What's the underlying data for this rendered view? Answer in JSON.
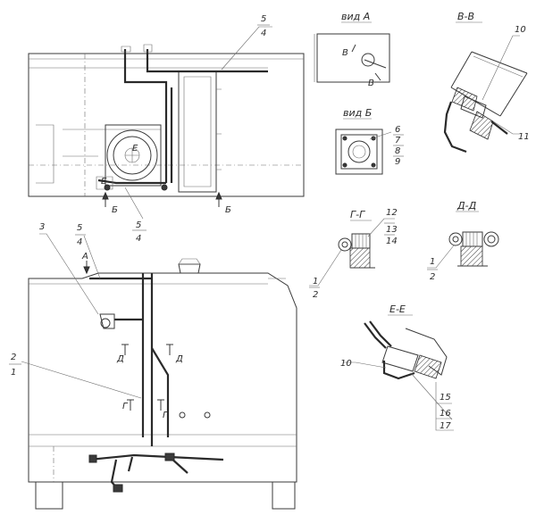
{
  "views": {
    "view_a": "вид А",
    "view_b": "вид Б",
    "section_vv": "В-В",
    "section_gg": "Г-Г",
    "section_dd": "Д-Д",
    "section_ee": "Е-Е"
  },
  "cut_marks": {
    "b_left": "Б",
    "b_right": "Б",
    "v_top": "В",
    "v_bottom": "В",
    "d_left": "Д",
    "d_right": "Д",
    "g_left": "Г",
    "g_right": "Г",
    "e_mark": "Е",
    "e_small": "Е",
    "a_mark": "А"
  },
  "callouts": {
    "top_5": "5",
    "top_4": "4",
    "mid_5": "5",
    "mid_4": "4",
    "side_3": "3",
    "side_5": "5",
    "side_4": "4",
    "side_2": "2",
    "side_1": "1",
    "vb_6": "6",
    "vb_7": "7",
    "vb_8": "8",
    "vb_9": "9",
    "vv_10": "10",
    "vv_11": "11",
    "gg_12": "12",
    "gg_13": "13",
    "gg_14": "14",
    "gg_1": "1",
    "gg_2": "2",
    "dd_1": "1",
    "dd_2": "2",
    "ee_10": "10",
    "ee_15": "15",
    "ee_16": "16",
    "ee_17": "17"
  }
}
